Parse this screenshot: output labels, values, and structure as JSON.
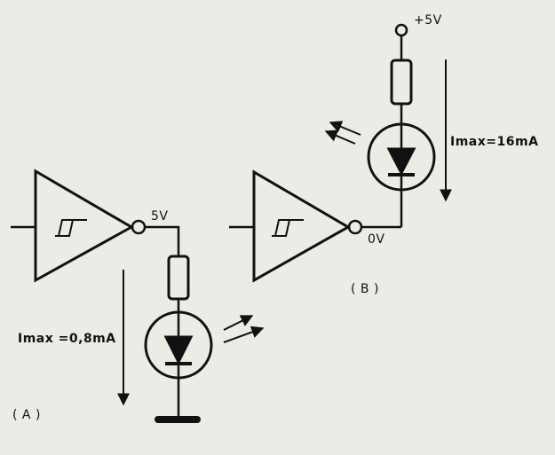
{
  "diagram": {
    "circuit_a": {
      "output_voltage": "5V",
      "current_label": "Imax =0,8mA",
      "caption": "( A )"
    },
    "circuit_b": {
      "supply_label": "+5V",
      "output_voltage": "0V",
      "current_label": "Imax=16mA",
      "caption": "( B )"
    }
  },
  "colors": {
    "ink": "#111111",
    "paper": "#ecebe6"
  }
}
